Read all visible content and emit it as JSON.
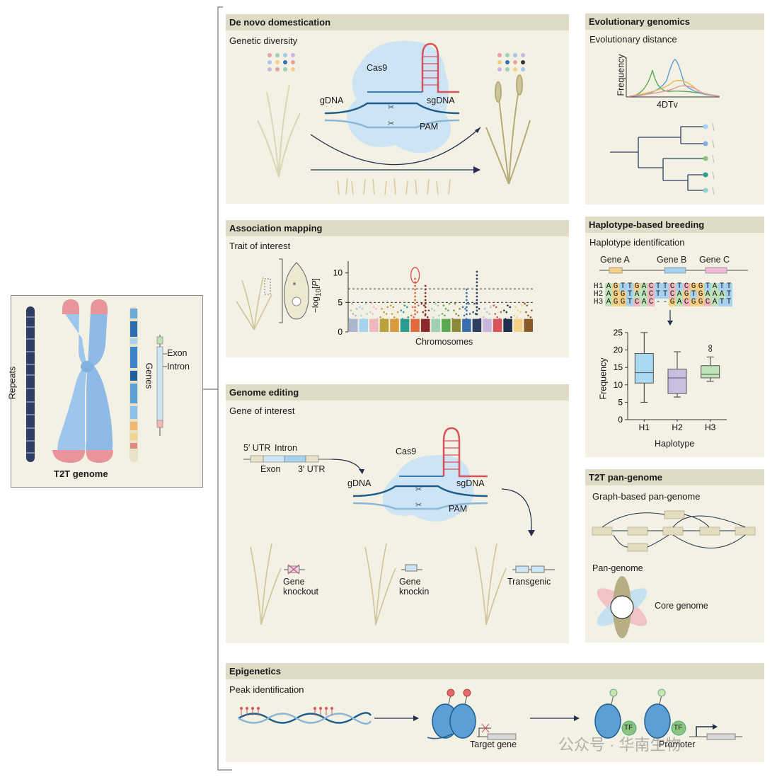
{
  "t2t": {
    "title": "T2T genome",
    "repeats": "Repeats",
    "genes": "Genes",
    "exon": "Exon",
    "intron": "Intron"
  },
  "denovo": {
    "title": "De novo domestication",
    "sub": "Genetic diversity",
    "cas9": "Cas9",
    "gdna": "gDNA",
    "sgdna": "sgDNA",
    "pam": "PAM"
  },
  "assoc": {
    "title": "Association mapping",
    "sub": "Trait of interest",
    "chart_data": {
      "type": "scatter",
      "xlabel": "Chromosomes",
      "ylabel": "−log10[P]",
      "y_ticks": [
        0,
        5,
        10
      ],
      "ylim": [
        0,
        12
      ],
      "threshold_lines": [
        5,
        7.3
      ]
    }
  },
  "editing": {
    "title": "Genome editing",
    "sub": "Gene of interest",
    "utr5": "5′ UTR",
    "intron": "Intron",
    "exon": "Exon",
    "utr3": "3′ UTR",
    "cas9": "Cas9",
    "gdna": "gDNA",
    "sgdna": "sgDNA",
    "pam": "PAM",
    "knockout": [
      "Gene",
      "knockout"
    ],
    "knockin": [
      "Gene",
      "knockin"
    ],
    "transgenic": "Transgenic"
  },
  "evo": {
    "title": "Evolutionary genomics",
    "sub": "Evolutionary distance",
    "ylabel": "Frequency",
    "xlabel": "4DTv"
  },
  "haplo": {
    "title": "Haplotype-based breeding",
    "sub": "Haplotype identification",
    "genes": [
      "Gene A",
      "Gene B",
      "Gene C"
    ],
    "rows": [
      {
        "name": "H1",
        "seq": "AGTTGACTTCTCGGTATT"
      },
      {
        "name": "H2",
        "seq": "AGGTAACTTCAGTGAAAT"
      },
      {
        "name": "H3",
        "seq": "AGGTCAC--GACGGCATT"
      }
    ],
    "chart_data": {
      "type": "box",
      "categories": [
        "H1",
        "H2",
        "H3"
      ],
      "xlabel": "Haplotype",
      "ylabel": "Frequency",
      "ylim": [
        0,
        25
      ],
      "y_ticks": [
        0,
        5,
        10,
        15,
        20,
        25
      ],
      "boxes": [
        {
          "min": 5,
          "q1": 10.5,
          "median": 13.5,
          "q3": 19,
          "max": 25,
          "color": "#a9d8f2",
          "outliers": []
        },
        {
          "min": 6.5,
          "q1": 7.5,
          "median": 12,
          "q3": 14.5,
          "max": 19.5,
          "color": "#c8bfe0",
          "outliers": []
        },
        {
          "min": 11,
          "q1": 12,
          "median": 13,
          "q3": 15.5,
          "max": 18,
          "color": "#bfe3b8",
          "outliers": [
            20,
            21
          ]
        }
      ]
    }
  },
  "pangenome": {
    "title": "T2T pan-genome",
    "sub": "Graph-based pan-genome",
    "sub2": "Pan-genome",
    "core": "Core genome"
  },
  "epi": {
    "title": "Epigenetics",
    "sub": "Peak identification",
    "target": "Target gene",
    "promoter": "Promoter",
    "tf": "TF"
  },
  "watermark": "公众号 · 华南生物",
  "colors": {
    "panel": "#f3f1e4",
    "header": "#dedbc6",
    "chromosome": "#9dc6ec",
    "telomere": "#e8949a",
    "dna": "#3b7fb5"
  }
}
